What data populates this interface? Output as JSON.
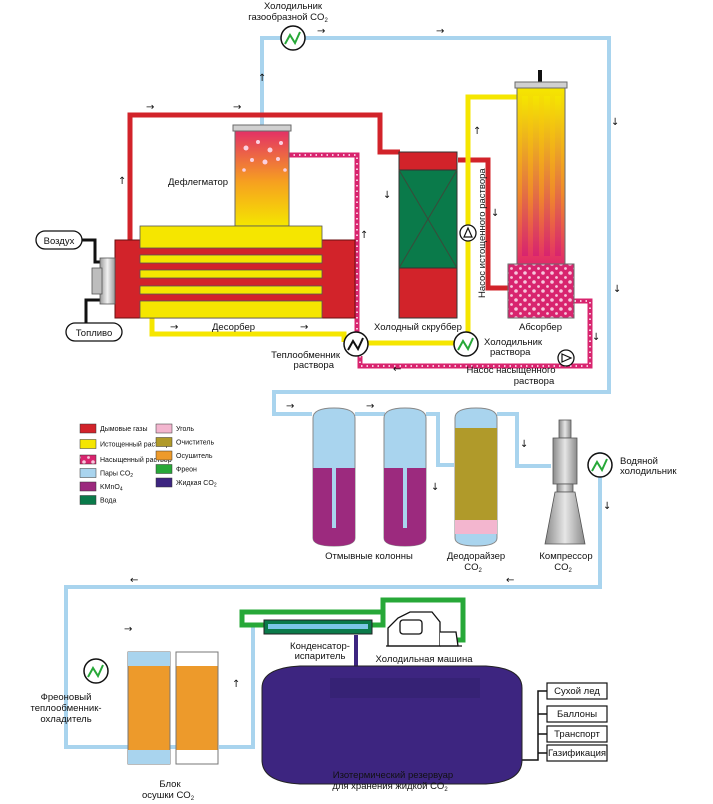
{
  "labels": {
    "cooler_gas_1": "Холодильник",
    "cooler_gas_2": "газообразной CO",
    "deflegmator": "Дефлегматор",
    "air": "Воздух",
    "fuel": "Топливо",
    "desorber": "Десорбер",
    "cold_scrubber": "Холодный скруббер",
    "absorber": "Абсорбер",
    "pump_depleted": "Насос истощенного раствора",
    "hx_solution_1": "Теплообменник",
    "hx_solution_2": "раствора",
    "cooler_solution_1": "Холодильник",
    "cooler_solution_2": "раствора",
    "pump_saturated_1": "Насос насыщенного",
    "pump_saturated_2": "раствора",
    "wash_columns": "Отмывные колонны",
    "deodorizer_1": "Деодорайзер",
    "deodorizer_2": "CO",
    "compressor_1": "Компрессор",
    "compressor_2": "CO",
    "water_cooler_1": "Водяной",
    "water_cooler_2": "холодильник",
    "freon_hx_1": "Фреоновый",
    "freon_hx_2": "теплообменник-",
    "freon_hx_3": "охладитель",
    "condenser_1": "Конденсатор-",
    "condenser_2": "испаритель",
    "refrigerator": "Холодильная машина",
    "drying_1": "Блок",
    "drying_2": "осушки CO",
    "tank_1": "Изотермический резервуар",
    "tank_2": "для хранения жидкой CO",
    "sub2": "2"
  },
  "outputs": [
    "Сухой лед",
    "Баллоны",
    "Транспорт",
    "Газификация"
  ],
  "legend": [
    {
      "label": "Дымовые газы",
      "color": "#d2232a",
      "pattern": false
    },
    {
      "label": "Истощенный раствор",
      "color": "#f5e600",
      "pattern": false
    },
    {
      "label": "Насыщенный раствор",
      "color": "#d8246e",
      "pattern": true
    },
    {
      "label": "Пары CO",
      "sub": "2",
      "color": "#a9d4ee",
      "pattern": false
    },
    {
      "label": "KMnO",
      "sub": "4",
      "color": "#9c2a7e",
      "pattern": false
    },
    {
      "label": "Вода",
      "color": "#0a7a4a",
      "pattern": false
    },
    {
      "label": "Уголь",
      "color": "#f3b6cf",
      "pattern": false
    },
    {
      "label": "Очиститель",
      "color": "#b09a2a",
      "pattern": false
    },
    {
      "label": "Осушитель",
      "color": "#ed9a2b",
      "pattern": false
    },
    {
      "label": "Фреон",
      "color": "#27a838",
      "pattern": false
    },
    {
      "label": "Жидкая CO",
      "sub": "2",
      "color": "#3d2580",
      "pattern": false
    }
  ],
  "colors": {
    "flue_gas": "#d2232a",
    "depleted": "#f5e600",
    "saturated": "#d8246e",
    "co2_vapor": "#a9d4ee",
    "kmno4": "#9c2a7e",
    "water": "#0a7a4a",
    "coal": "#f3b6cf",
    "cleaner": "#b09a2a",
    "dryer": "#ed9a2b",
    "freon": "#27a838",
    "liquid_co2": "#3d2580"
  },
  "icons": [
    "heat-exchanger-icon",
    "pump-icon",
    "arrow-icon"
  ]
}
